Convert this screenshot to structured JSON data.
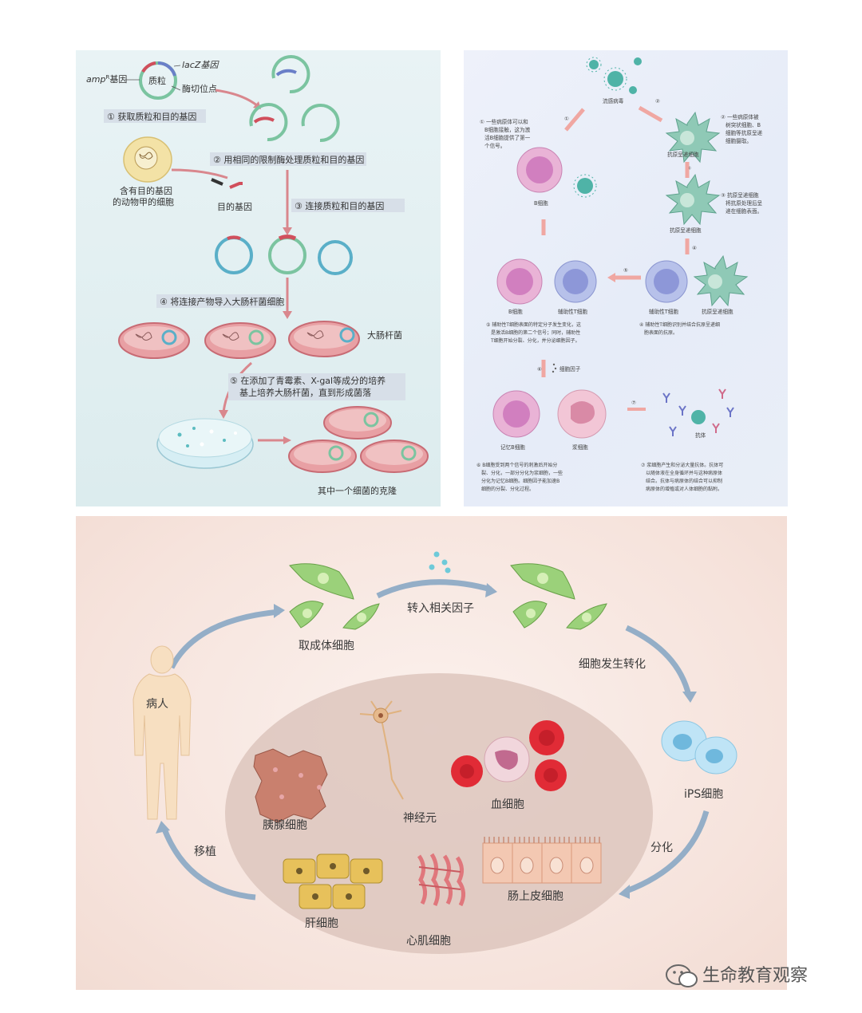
{
  "panel_a": {
    "plasmid_label": "质粒",
    "lacz": "lacZ基因",
    "amp": "amp",
    "amp_sup": "R",
    "amp_suffix": "基因",
    "cut_site": "酶切位点",
    "step1": "① 获取质粒和目的基因",
    "step2": "② 用相同的限制酶处理质粒和目的基因",
    "cell_caption_1": "含有目的基因",
    "cell_caption_2": "的动物甲的细胞",
    "target_gene": "目的基因",
    "step3": "③ 连接质粒和目的基因",
    "step4": "④ 将连接产物导入大肠杆菌细胞",
    "ecoli": "大肠杆菌",
    "step5_1": "⑤ 在添加了青霉素、X-gal等成分的培养",
    "step5_2": "基上培养大肠杆菌，直到形成菌落",
    "clone": "其中一个细菌的克隆"
  },
  "panel_b": {
    "virus": "流感病毒",
    "n1_1": "① 一些病原体可以和",
    "n1_2": "B细胞接触，这为激",
    "n1_3": "活B细胞提供了第一",
    "n1_4": "个信号。",
    "n2_1": "② 一些病原体被",
    "n2_2": "树突状细胞、B",
    "n2_3": "细胞等抗原呈递",
    "n2_4": "细胞摄取。",
    "apc1": "抗原呈递细胞",
    "bcell1": "B细胞",
    "n3_1": "③ 抗原呈递细胞",
    "n3_2": "将抗原处理后呈",
    "n3_3": "递在细胞表面。",
    "apc2": "抗原呈递细胞",
    "bcell2": "B细胞",
    "helper1": "辅助性T细胞",
    "helper2": "辅助性T细胞",
    "apc3": "抗原呈递细胞",
    "n5_1": "⑤ 辅助性T细胞表面的特定分子发生变化，这",
    "n5_2": "是激活B细胞的第二个信号；同时，辅助性",
    "n5_3": "T细胞开始分裂、分化，并分泌细胞因子。",
    "n4_1": "④ 辅助性T细胞识别并结合抗原呈递细",
    "n4_2": "胞表面的抗原。",
    "cytokine": "细胞因子",
    "memory": "记忆B细胞",
    "plasma": "浆细胞",
    "antibody": "抗体",
    "n6_1": "⑥ B细胞受到两个信号的刺激后开始分",
    "n6_2": "裂、分化，一部分分化为浆细胞，一些",
    "n6_3": "分化为记忆B细胞。细胞因子能加速B",
    "n6_4": "细胞的分裂、分化过程。",
    "n7_1": "⑦ 浆细胞产生和分泌大量抗体。抗体可",
    "n7_2": "以随体液在全身循环并与这种病原体",
    "n7_3": "结合。抗体与病原体的结合可以抑制",
    "n7_4": "病原体的增殖或对人体细胞的黏附。",
    "circ1": "①",
    "circ2": "②",
    "circ3": "③",
    "circ4": "④",
    "circ5": "⑤",
    "circ6": "⑥",
    "circ7": "⑦"
  },
  "panel_c": {
    "take_cells": "取成体细胞",
    "transfer": "转入相关因子",
    "transform": "细胞发生转化",
    "ips": "iPS细胞",
    "differentiate": "分化",
    "transplant": "移植",
    "patient": "病人",
    "pancreas": "胰腺细胞",
    "neuron": "神经元",
    "blood": "血细胞",
    "liver": "肝细胞",
    "cardiac": "心肌细胞",
    "intestine": "肠上皮细胞"
  },
  "watermark": "生命教育观察"
}
